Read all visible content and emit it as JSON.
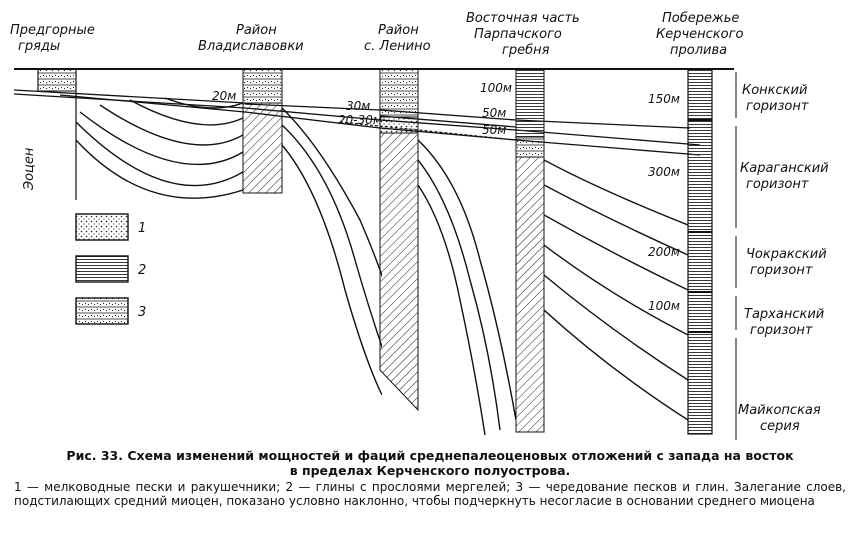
{
  "columns": {
    "foothills": [
      "Предгорные",
      "гряды"
    ],
    "vladislavovka": [
      "Район",
      "Владиславовки"
    ],
    "lenino": [
      "Район",
      "с. Ленино"
    ],
    "parpach": [
      "Восточная часть",
      "Парпачского",
      "гребня"
    ],
    "kerch": [
      "Побережье",
      "Керченского",
      "пролива"
    ]
  },
  "side_label": "Эоцен",
  "horizons": [
    {
      "name": [
        "Конкский",
        "горизонт"
      ]
    },
    {
      "name": [
        "Караганский",
        "горизонт"
      ]
    },
    {
      "name": [
        "Чокракский",
        "горизонт"
      ]
    },
    {
      "name": [
        "Тарханский",
        "горизонт"
      ]
    },
    {
      "name": [
        "Майкопская",
        "серия"
      ]
    }
  ],
  "thickness_labels": {
    "vladislavovka": "20м",
    "lenino_top": "30м",
    "lenino_bottom": "20-30м",
    "parpach_top": "100м",
    "parpach_mid": "50м",
    "parpach_low": "50м",
    "kerch_1": "150м",
    "kerch_2": "300м",
    "kerch_3": "200м",
    "kerch_4": "100м"
  },
  "legend": [
    {
      "number": "1",
      "pattern": "dots"
    },
    {
      "number": "2",
      "pattern": "horizontal-lines"
    },
    {
      "number": "3",
      "pattern": "dots-and-lines"
    }
  ],
  "caption": {
    "line1": "Рис. 33. Схема изменений мощностей и фаций среднепалеоценовых отложений с запада на восток",
    "line2": "в пределах Керченского полуострова.",
    "notes": "1 — мелководные пески и ракушечники; 2 — глины с прослоями мергелей; 3 — чередование песков и глин. Залегание слоев, подстилающих средний миоцен, показано условно наклонно, чтобы подчеркнуть несогласие в основании среднего миоцена"
  }
}
